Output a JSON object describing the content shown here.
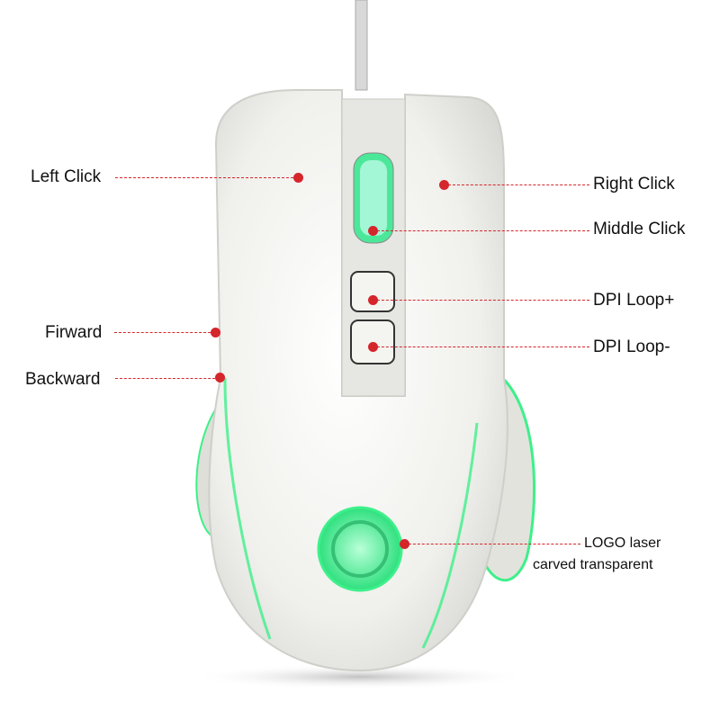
{
  "labels": {
    "left_click": "Left Click",
    "right_click": "Right Click",
    "middle_click": "Middle Click",
    "dpi_plus": "DPI Loop+",
    "dpi_minus": "DPI Loop-",
    "forward": "Firward",
    "backward": "Backward",
    "logo_line1": "LOGO laser",
    "logo_line2": "carved transparent"
  },
  "colors": {
    "accent": "#d4262b",
    "glow": "#3df08a",
    "body": "#f2f2ee"
  }
}
